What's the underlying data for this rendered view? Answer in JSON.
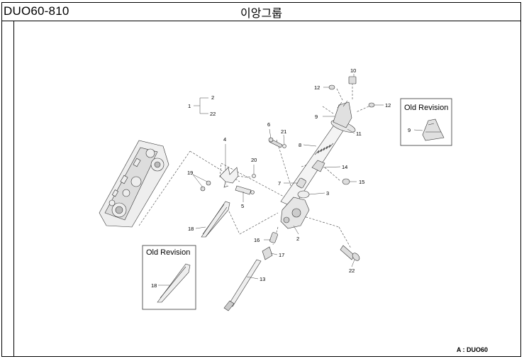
{
  "header": {
    "part_code": "DUO60-810",
    "group_title": "이앙그룹"
  },
  "diagram": {
    "callouts": {
      "c1": "1",
      "c2a": "2",
      "c22a": "22",
      "c2b": "2",
      "c3": "3",
      "c4": "4",
      "c5": "5",
      "c6": "6",
      "c7": "7",
      "c8": "8",
      "c9": "9",
      "c10": "10",
      "c11": "11",
      "c12a": "12",
      "c12b": "12",
      "c13": "13",
      "c14": "14",
      "c15": "15",
      "c16": "16",
      "c17": "17",
      "c18": "18",
      "c19": "19",
      "c20": "20",
      "c21": "21",
      "c22b": "22"
    },
    "old_revision_right": {
      "title": "Old Revision",
      "callout": "9"
    },
    "old_revision_left": {
      "title": "Old Revision",
      "callout": "18"
    }
  },
  "footer": {
    "note": "A : DUO60"
  }
}
